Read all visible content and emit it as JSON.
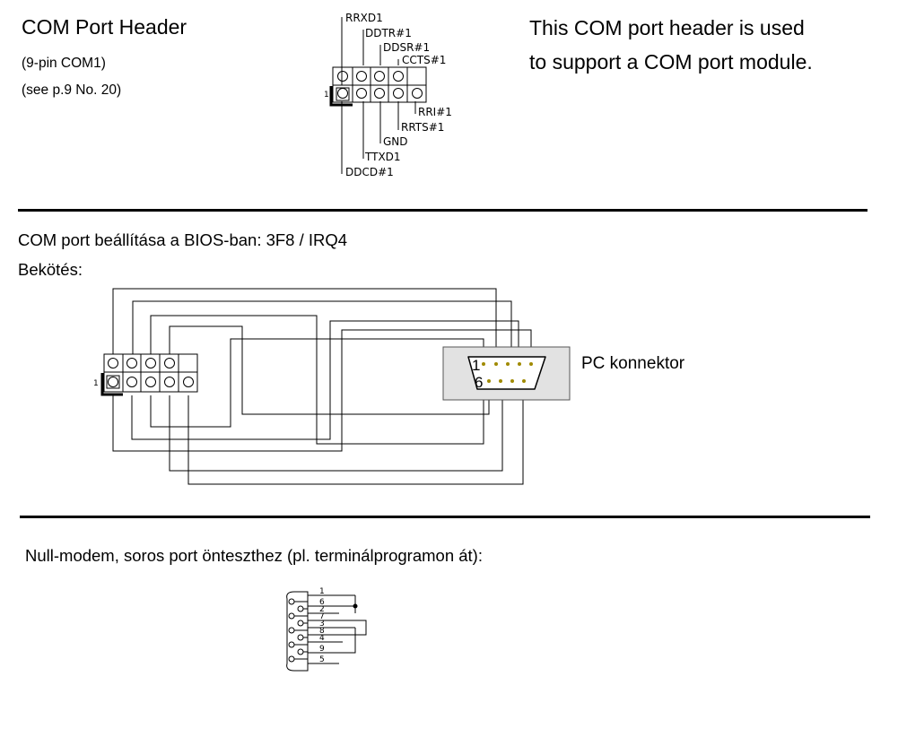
{
  "header": {
    "title": "COM Port Header",
    "subtitle": "(9-pin COM1)",
    "reference": "(see  p.9  No. 20)",
    "description_line1": "This COM port header is used",
    "description_line2": "to support a COM port module."
  },
  "pin_labels": {
    "top": [
      "RRXD1",
      "DDTR#1",
      "DDSR#1",
      "CCTS#1"
    ],
    "bottom": [
      "RRI#1",
      "RRTS#1",
      "GND",
      "TTXD1",
      "DDCD#1"
    ],
    "pin1": "1"
  },
  "bios_section": {
    "setting": "COM port beállítása a BIOS-ban: 3F8 / IRQ4",
    "wiring_label": "Bekötés:",
    "header_pin1": "1",
    "connector_label": "PC konnektor",
    "connector_pin1": "1",
    "connector_pin6": "6"
  },
  "null_modem": {
    "title": "Null-modem, soros port önteszthez (pl. terminálprogramon át):",
    "pins": [
      "1",
      "6",
      "2",
      "7",
      "3",
      "8",
      "4",
      "9",
      "5"
    ]
  },
  "colors": {
    "line": "#000000",
    "dot": "#a08a00",
    "connector_bg": "#e2e2e2"
  }
}
